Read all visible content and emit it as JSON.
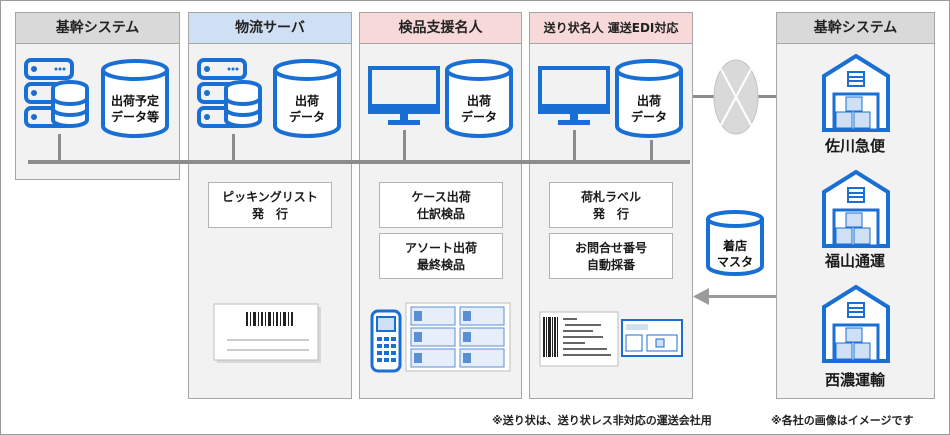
{
  "panels": {
    "left": {
      "title": "基幹システム",
      "cylinder_label": [
        "出荷予定",
        "データ等"
      ]
    },
    "logistics": {
      "title": "物流サーバ",
      "cylinder_label": [
        "出荷",
        "データ"
      ],
      "box": [
        "ピッキングリスト",
        "発　行"
      ]
    },
    "inspection": {
      "title": "検品支援名人",
      "cylinder_label": [
        "出荷",
        "データ"
      ],
      "box1": [
        "ケース出荷",
        "仕訳検品"
      ],
      "box2": [
        "アソート出荷",
        "最終検品"
      ]
    },
    "invoice": {
      "title": "送り状名人 運送EDI対応",
      "cylinder_label": [
        "出荷",
        "データ"
      ],
      "box1": [
        "荷札ラベル",
        "発　行"
      ],
      "box2": [
        "お問合せ番号",
        "自動採番"
      ]
    },
    "right": {
      "title": "基幹システム",
      "companies": [
        "佐川急便",
        "福山通運",
        "西濃運輸"
      ]
    }
  },
  "master": [
    "着店",
    "マスタ"
  ],
  "notes": [
    "※送り状は、送り状レス非対応の運送会社用",
    "※各社の画像はイメージです"
  ],
  "colors": {
    "accent": "#1a6fd4",
    "line": "#8c8c8c"
  }
}
